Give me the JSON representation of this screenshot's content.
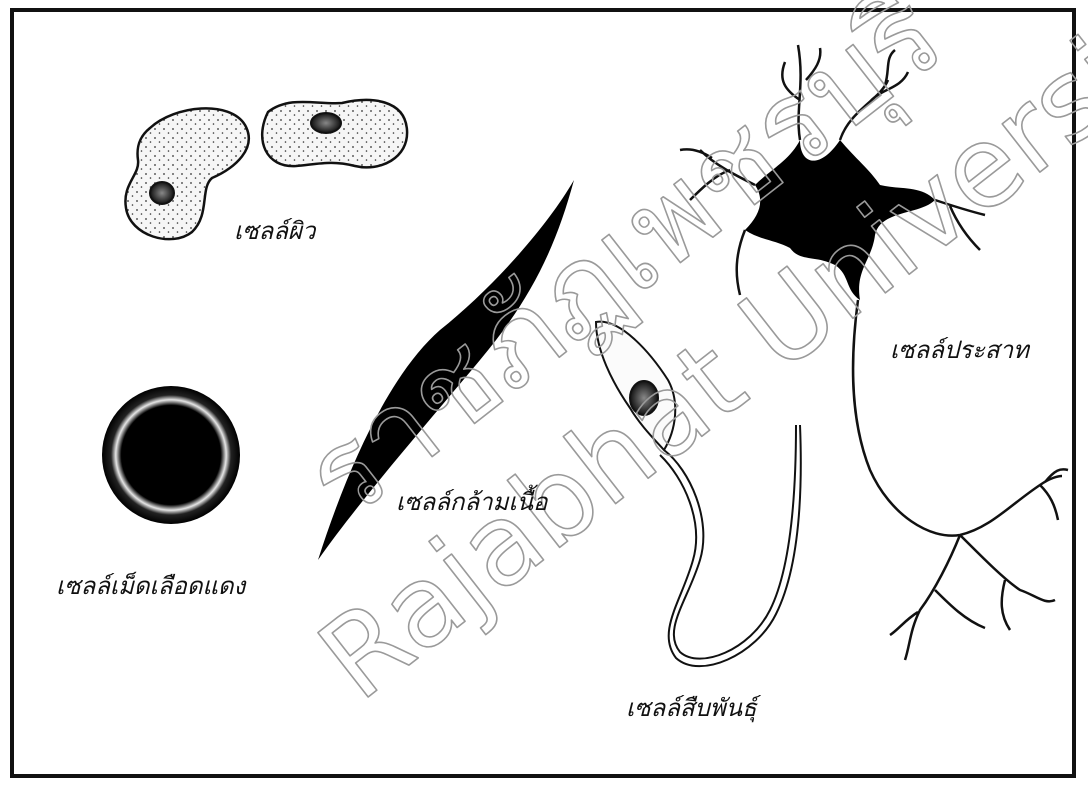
{
  "labels": {
    "skin": "เซลล์ผิว",
    "muscle": "เซลล์กล้ามเนื้อ",
    "blood": "เซลล์เม็ดเลือดแดง",
    "nerve": "เซลล์ประสาท",
    "sperm": "เซลล์สืบพันธุ์"
  },
  "watermark": {
    "line1": "ราชภัฏเพชรบุรี",
    "line2": "Rajabhat University"
  },
  "colors": {
    "ink": "#111111",
    "cell_fill": "#f4f4f4",
    "watermark_stroke": "#9a9a9a"
  }
}
